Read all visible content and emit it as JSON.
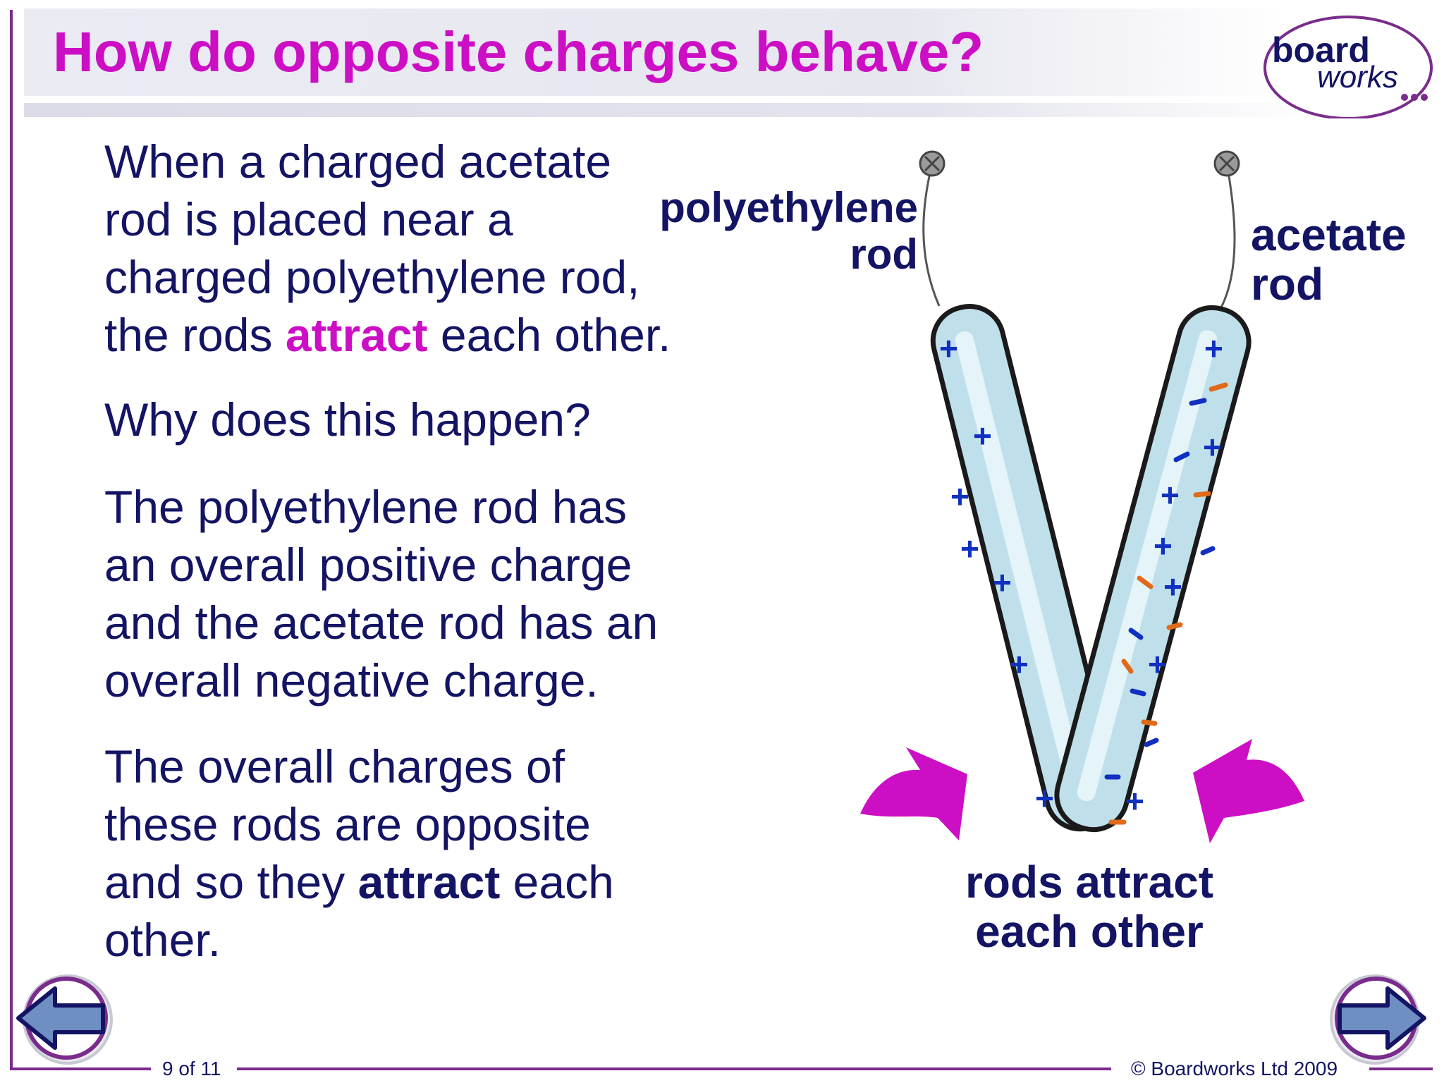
{
  "slide": {
    "title": "How do opposite charges behave?",
    "logo": {
      "line1": "board",
      "line2": "works"
    },
    "paragraphs": {
      "p1": {
        "line1": "When a charged acetate",
        "line2": "rod is placed near a",
        "line3": "charged polyethylene rod,",
        "line4_pre": "the rods ",
        "line4_hl": "attract",
        "line4_post": " each other."
      },
      "p2": "Why does this happen?",
      "p3": {
        "line1": "The polyethylene rod has",
        "line2": "an overall positive charge",
        "line3": "and the acetate rod has an",
        "line4": "overall negative charge."
      },
      "p4": {
        "line1": "The overall charges of",
        "line2": "these rods are opposite",
        "line3_pre": "and so they ",
        "line3_bold": "attract",
        "line3_post": " each",
        "line4": "other."
      }
    },
    "diagram": {
      "label_left": {
        "line1": "polyethylene",
        "line2": "rod"
      },
      "label_right": {
        "line1": "acetate",
        "line2": "rod"
      },
      "caption": {
        "line1": "rods attract",
        "line2": "each other"
      },
      "colors": {
        "rod_fill": "#bfe0ea",
        "rod_outline": "#1a1a1a",
        "plus": "#1030c0",
        "minus_blue": "#1030c0",
        "minus_orange": "#e06a1a",
        "arrow": "#cc0fc4"
      }
    },
    "footer": {
      "page": "9 of 11",
      "copyright": "© Boardworks Ltd 2009"
    },
    "nav": {
      "prev_icon": "left-arrow-icon",
      "next_icon": "right-arrow-icon"
    },
    "colors": {
      "title": "#cc0fc4",
      "body": "#141464",
      "frame": "#7a2c8c"
    }
  }
}
